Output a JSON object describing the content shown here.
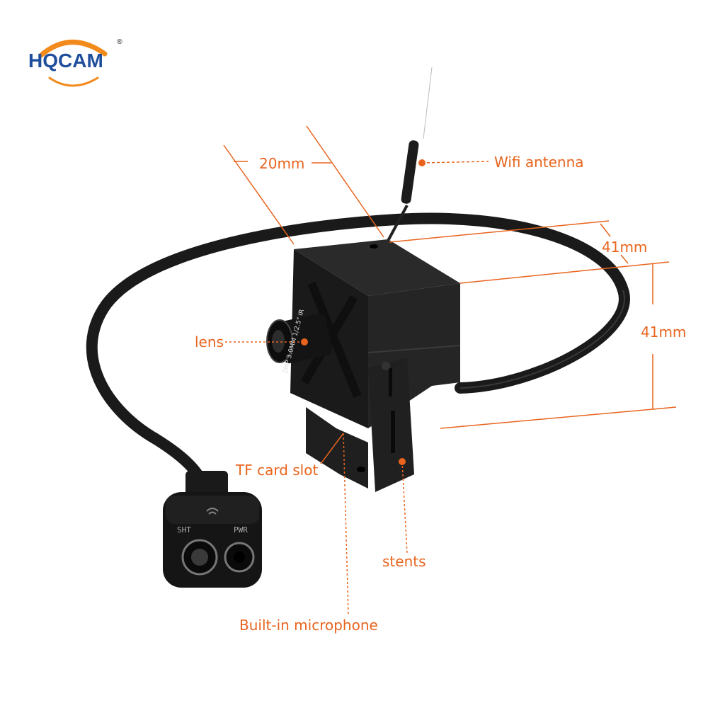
{
  "brand": {
    "name": "HQCAM",
    "registered": "®",
    "name_color": "#1f4e9c",
    "arc_color": "#f28a1c"
  },
  "colors": {
    "annotation": "#e8641e",
    "label_text": "#e8641e",
    "body": "#1c1c1c",
    "cable": "#1a1a1a",
    "background": "#ffffff"
  },
  "labels": {
    "wifi_antenna": "Wifi antenna",
    "width": "20mm",
    "depth": "41mm",
    "height": "41mm",
    "lens": "lens",
    "tf_card_slot": "TF card slot",
    "stents": "stents",
    "microphone": "Built-in microphone"
  },
  "lens_print": "2MP 3.0MM 1/2.5\" IR",
  "connector_print": {
    "left": "SHT",
    "right": "PWR"
  },
  "icons": {
    "connector_status": "wifi-icon"
  }
}
